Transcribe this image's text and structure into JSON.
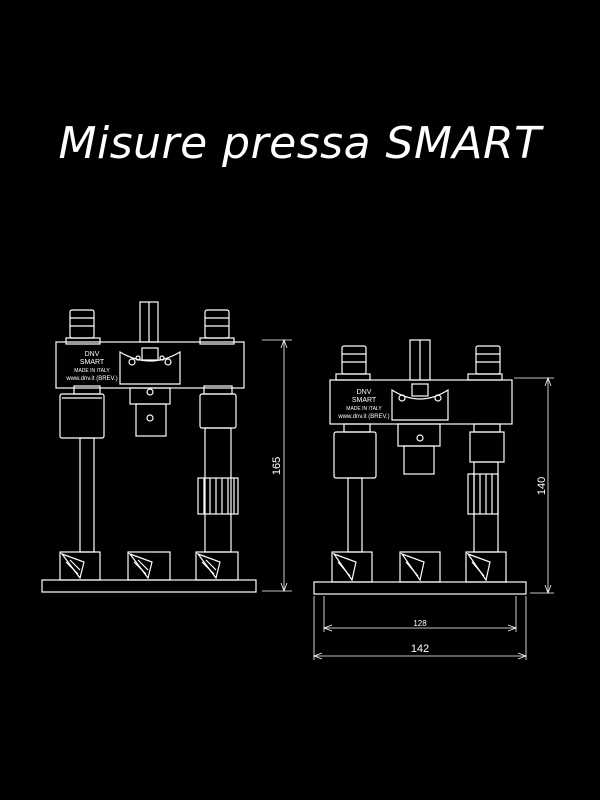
{
  "title": "Misure pressa SMART",
  "colors": {
    "background": "#000000",
    "line": "#ffffff"
  },
  "left_press": {
    "brand": "DNV",
    "model": "SMART",
    "origin": "MADE IN ITALY",
    "site": "www.dnv.it (BREV.)",
    "height_dimension": "165"
  },
  "right_press": {
    "brand": "DNV",
    "model": "SMART",
    "origin": "MADE IN ITALY",
    "site": "www.dnv.it (BREV.)",
    "height_dimension": "140",
    "inner_width_dimension": "128",
    "outer_width_dimension": "142"
  }
}
